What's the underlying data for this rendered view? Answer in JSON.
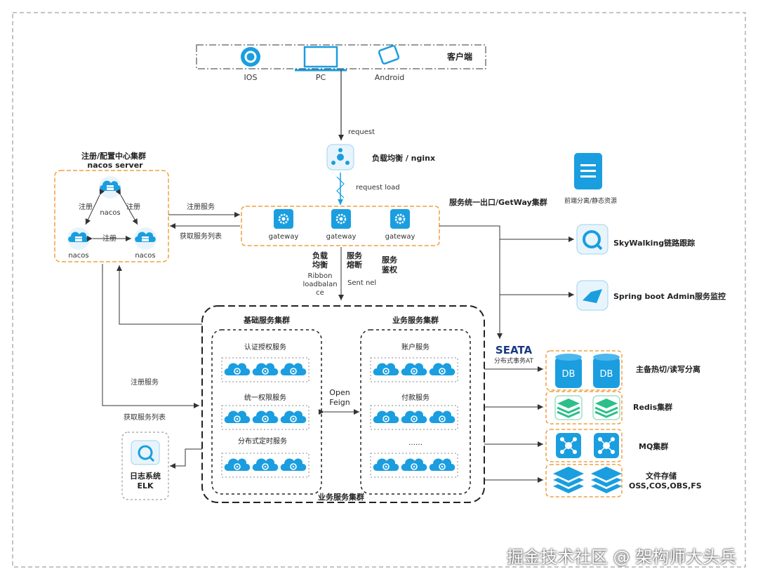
{
  "client": {
    "label": "客户端",
    "devices": [
      {
        "name": "IOS",
        "icon": "ios-icon"
      },
      {
        "name": "PC",
        "icon": "monitor-icon"
      },
      {
        "name": "Android",
        "icon": "tablet-icon"
      }
    ]
  },
  "request_label": "request",
  "nginx_label": "负载均衡 / nginx",
  "request_load_label": "request load",
  "registry": {
    "title": "注册/配置中心集群",
    "subtitle": "nacos server",
    "nodes": [
      "nacos",
      "nacos",
      "nacos"
    ],
    "register_label": "注册"
  },
  "gateway_cluster": {
    "title": "服务统一出口/GetWay集群",
    "nodes": [
      "gateway",
      "gateway",
      "gateway"
    ]
  },
  "register_service_label": "注册服务",
  "get_service_list_label": "获取服务列表",
  "gateway_features": {
    "lb": [
      "负载",
      "均衡"
    ],
    "ribbon": [
      "Ribbon",
      "loadbalan",
      "ce"
    ],
    "circuit": [
      "服务",
      "熔断"
    ],
    "sentinel": "Sent nel",
    "auth": [
      "服务",
      "鉴权"
    ]
  },
  "static_resource_label": "前端分离/静态资源",
  "skywalking_label": "SkyWalking链路跟踪",
  "spring_admin_label": "Spring boot Admin服务监控",
  "business_cluster": {
    "title": "业务服务集群",
    "base": {
      "title": "基础服务集群",
      "groups": [
        "认证授权服务",
        "统一权限服务",
        "分布式定时服务"
      ]
    },
    "biz": {
      "title": "业务服务集群",
      "groups": [
        "账户服务",
        "付款服务",
        "……"
      ]
    },
    "open_feign": [
      "Open",
      "Feign"
    ]
  },
  "seata": {
    "logo": "SEATA",
    "label": "分布式事务AT"
  },
  "register_service_label2": "注册服务",
  "get_service_list_label2": "获取服务列表",
  "log_system": {
    "label1": "日志系统",
    "label2": "ELK"
  },
  "storage": [
    {
      "label": "主备热切/读写分离",
      "icon": "db-icon",
      "items": [
        "DB",
        "DB"
      ]
    },
    {
      "label": "Redis集群",
      "icon": "redis-icon"
    },
    {
      "label": "MQ集群",
      "icon": "mq-icon"
    },
    {
      "label": "文件存储",
      "label2": "OSS,COS,OBS,FS",
      "icon": "layers-icon"
    }
  ],
  "watermark": "掘金技术社区 @ 架构师大头兵",
  "colors": {
    "accent": "#1a9ee0",
    "orange": "#f0a040",
    "green": "#2bbf8a"
  }
}
